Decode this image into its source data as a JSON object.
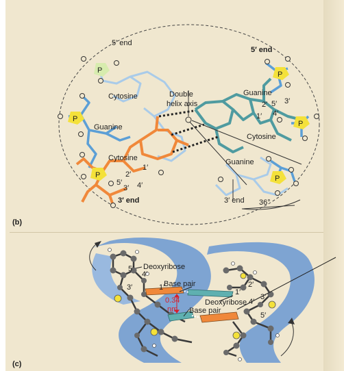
{
  "panel_b": {
    "label": "(b)",
    "five_end_top": "5′ end",
    "five_end_right": "5′ end",
    "three_end_left": "3′ end",
    "three_end_bottom": "3′ end",
    "axis_label_line1": "Double",
    "axis_label_line2": "helix axis",
    "angle": "36°",
    "bases": {
      "cytosine_top": "Cytosine",
      "guanine_left": "Guanine",
      "cytosine_left": "Cytosine",
      "guanine_right": "Guanine",
      "cytosine_right": "Cytosine",
      "guanine_bottom": "Guanine"
    },
    "primes_left": {
      "p1": "1′",
      "p2": "2′",
      "p3": "3′",
      "p4": "4′",
      "p5": "5′"
    },
    "primes_right": {
      "p1": "1′",
      "p2": "2′",
      "p3": "3′",
      "p4": "4′",
      "p5": "5′"
    },
    "phosphate": "P"
  },
  "panel_c": {
    "label": "(c)",
    "deoxyribose_top": "Deoxyribose",
    "deoxyribose_mid": "Deoxyribose",
    "base_pair_top": "Base pair",
    "base_pair_bottom": "Base pair",
    "spacing_value": "0.34",
    "spacing_unit": "nm",
    "primes_left": {
      "p5": "5′",
      "p4": "4′",
      "p3": "3′",
      "p1": "1′"
    },
    "primes_right": {
      "p1": "1′",
      "p2": "2′",
      "p3": "3′",
      "p4": "4′",
      "p5": "5′"
    }
  },
  "colors": {
    "page": "#f0e7cf",
    "blue_backbone": "#5c9fd6",
    "light_blue": "#a9cbe9",
    "teal": "#4f9ba0",
    "orange": "#f0883a",
    "phosphate_yellow": "#f4e13a",
    "ribbon_blue": "#6a98d2",
    "red_text": "#d81e2a"
  }
}
